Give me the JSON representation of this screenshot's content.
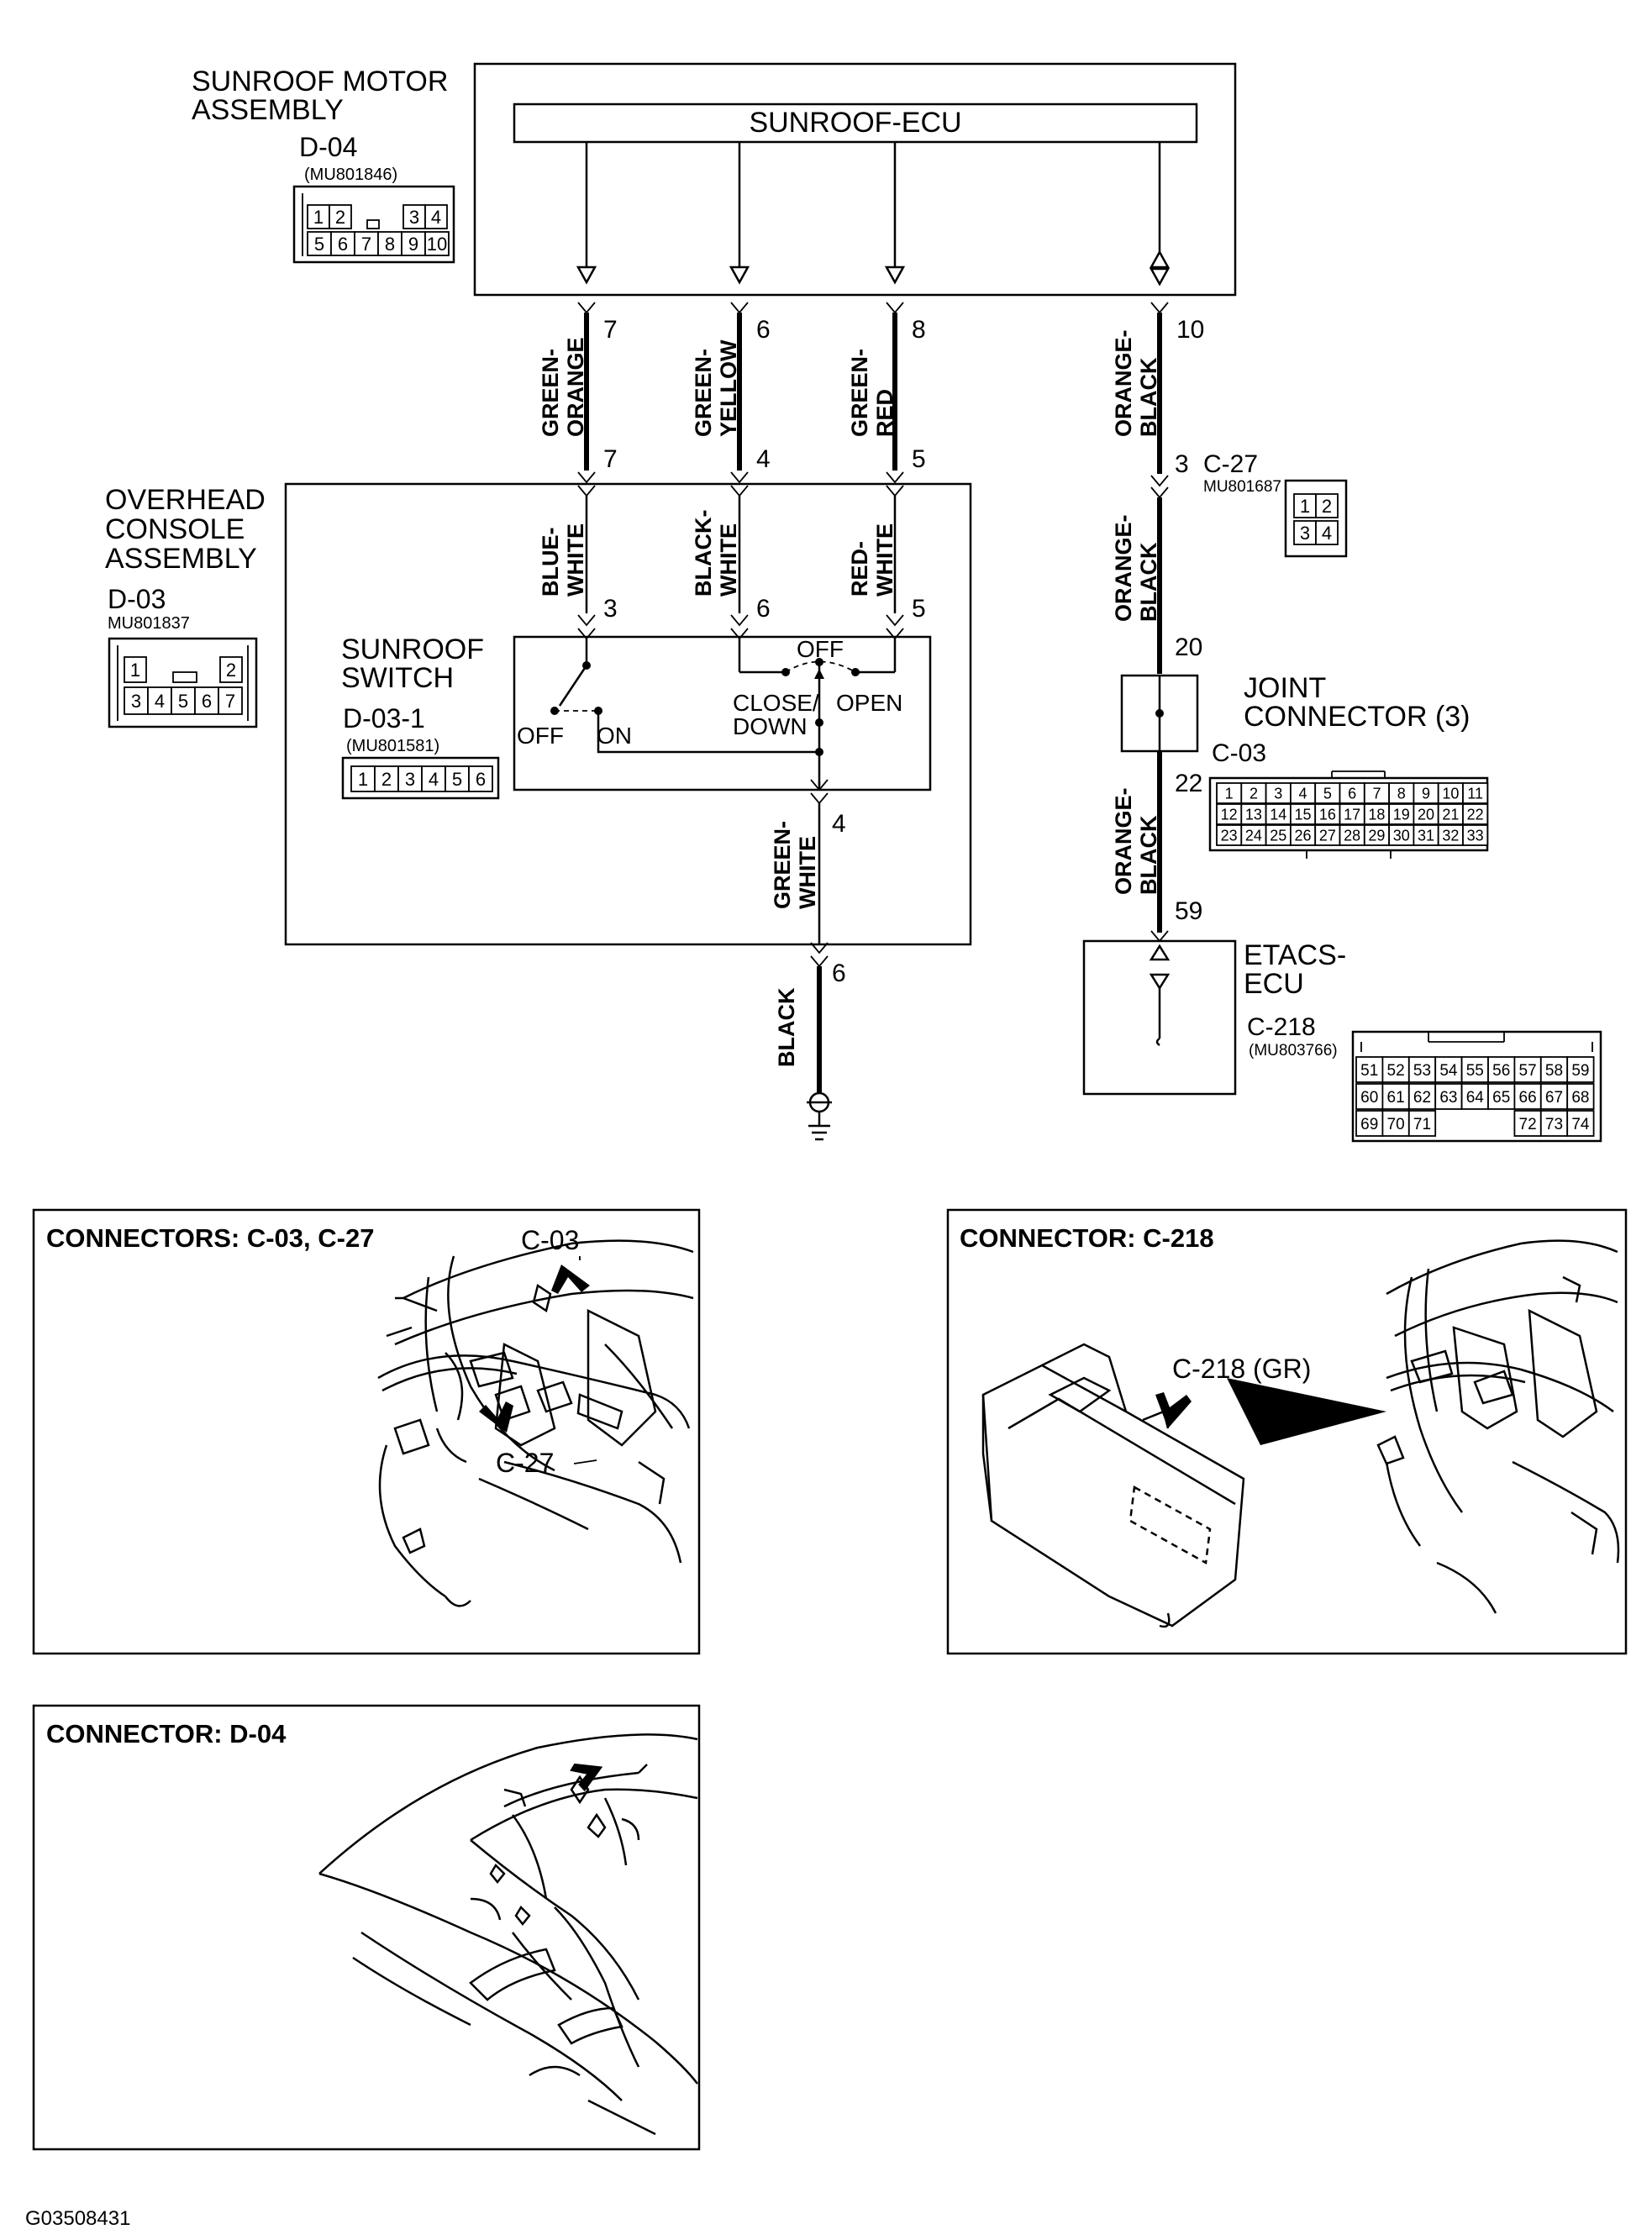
{
  "top": {
    "motor_assembly": {
      "line1": "SUNROOF MOTOR",
      "line2": "ASSEMBLY",
      "connector": "D-04",
      "part": "(MU801846)"
    },
    "ecu_label": "SUNROOF-ECU",
    "overhead": {
      "line1": "OVERHEAD",
      "line2": "CONSOLE",
      "line3": "ASSEMBLY",
      "connector": "D-03",
      "part": "MU801837"
    },
    "sunroof_switch": {
      "line1": "SUNROOF",
      "line2": "SWITCH",
      "connector": "D-03-1",
      "part": "(MU801581)"
    },
    "switch_terms": {
      "off_left": "OFF",
      "on": "ON",
      "off_top": "OFF",
      "close_down_1": "CLOSE/",
      "close_down_2": "DOWN",
      "open": "OPEN"
    },
    "joint_connector": {
      "line1": "JOINT",
      "line2": "CONNECTOR (3)",
      "connector": "C-03"
    },
    "c27": {
      "connector": "C-27",
      "part": "MU801687"
    },
    "etacs": {
      "line1": "ETACS-",
      "line2": "ECU",
      "connector": "C-218",
      "part": "(MU803766)"
    }
  },
  "wires": {
    "w1": {
      "upper_color_1": "GREEN-",
      "upper_color_2": "ORANGE",
      "lower_color_1": "BLUE-",
      "lower_color_2": "WHITE",
      "pin_ecu": "7",
      "pin_console": "7",
      "pin_switch": "3"
    },
    "w2": {
      "upper_color_1": "GREEN-",
      "upper_color_2": "YELLOW",
      "lower_color_1": "BLACK-",
      "lower_color_2": "WHITE",
      "pin_ecu": "6",
      "pin_console": "4",
      "pin_switch": "6"
    },
    "w3": {
      "upper_color_1": "GREEN-",
      "upper_color_2": "RED",
      "lower_color_1": "RED-",
      "lower_color_2": "WHITE",
      "pin_ecu": "8",
      "pin_console": "5",
      "pin_switch": "5"
    },
    "ground": {
      "color_1": "GREEN-",
      "color_2": "WHITE",
      "pin_switch": "4",
      "pin_console": "6",
      "color_black": "BLACK"
    },
    "w4": {
      "color_1": "ORANGE-",
      "color_2": "BLACK",
      "pin_ecu": "10",
      "pin_c27": "3",
      "pin_joint_in": "20",
      "pin_joint_out": "22",
      "pin_etacs": "59"
    }
  },
  "connectors": {
    "d04_row1": [
      "1",
      "2",
      "",
      "3",
      "4"
    ],
    "d04_row2": [
      "5",
      "6",
      "7",
      "8",
      "9",
      "10"
    ],
    "d03_row1": [
      "1",
      "2"
    ],
    "d03_row2": [
      "3",
      "4",
      "5",
      "6",
      "7"
    ],
    "d031_row": [
      "1",
      "2",
      "3",
      "4",
      "5",
      "6"
    ],
    "c27_row1": [
      "1",
      "2"
    ],
    "c27_row2": [
      "3",
      "4"
    ],
    "c03_rows": [
      [
        "1",
        "2",
        "3",
        "4",
        "5",
        "6",
        "7",
        "8",
        "9",
        "10",
        "11"
      ],
      [
        "12",
        "13",
        "14",
        "15",
        "16",
        "17",
        "18",
        "19",
        "20",
        "21",
        "22"
      ],
      [
        "23",
        "24",
        "25",
        "26",
        "27",
        "28",
        "29",
        "30",
        "31",
        "32",
        "33"
      ]
    ],
    "c218_rows": [
      [
        "51",
        "52",
        "53",
        "54",
        "55",
        "56",
        "57",
        "58",
        "59"
      ],
      [
        "60",
        "61",
        "62",
        "63",
        "64",
        "65",
        "66",
        "67",
        "68"
      ],
      [
        "69",
        "70",
        "71",
        "",
        "",
        "",
        "72",
        "73",
        "74"
      ]
    ]
  },
  "panels": {
    "p1": {
      "title": "CONNECTORS: C-03, C-27",
      "label_a": "C-03",
      "label_b": "C-27"
    },
    "p2": {
      "title": "CONNECTOR: C-218",
      "label_a": "C-218 (GR)"
    },
    "p3": {
      "title": "CONNECTOR: D-04"
    }
  },
  "footer_code": "G03508431"
}
